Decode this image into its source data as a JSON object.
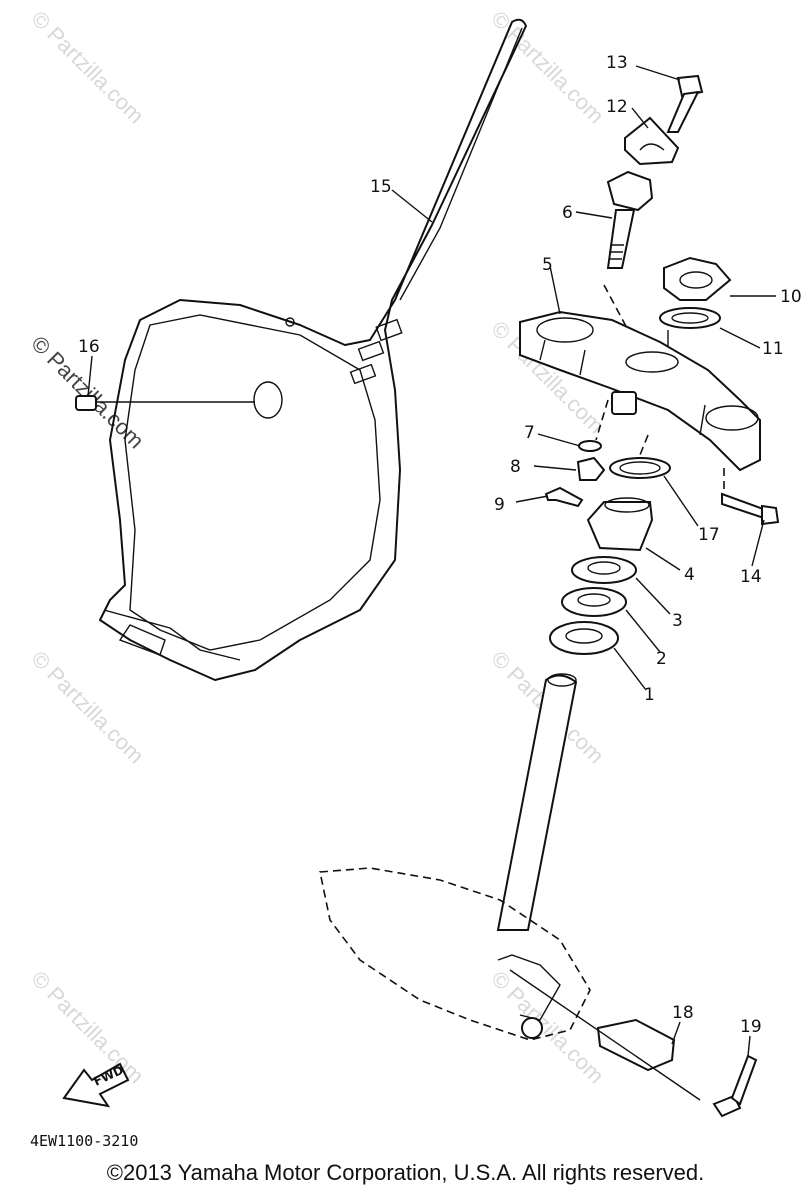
{
  "watermark": "© Partzilla.com",
  "diagram_code": "4EW1100-3210",
  "fwd_label": "FWD",
  "copyright": "©2013 Yamaha Motor Corporation, U.S.A. All rights reserved.",
  "callouts": {
    "c1": "1",
    "c2": "2",
    "c3": "3",
    "c4": "4",
    "c5": "5",
    "c6": "6",
    "c7": "7",
    "c8": "8",
    "c9": "9",
    "c10": "10",
    "c11": "11",
    "c12": "12",
    "c13": "13",
    "c14": "14",
    "c15": "15",
    "c16": "16",
    "c17": "17",
    "c18": "18",
    "c19": "19"
  }
}
